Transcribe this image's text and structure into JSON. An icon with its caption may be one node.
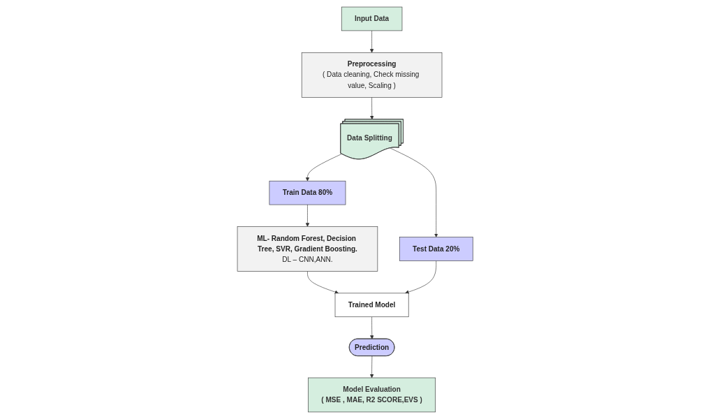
{
  "diagram": {
    "nodes": [
      {
        "text": [
          "Input Data"
        ]
      },
      {
        "text": [
          "Preprocessing",
          "( Data cleaning, Check missing value, Scaling )"
        ]
      },
      {
        "text": [
          "Data Splitting"
        ]
      },
      {
        "text": [
          "ML- Random Forest, Decision Tree, SVR, Gradient Boosting.",
          "DL – CNN,ANN."
        ]
      },
      {
        "text": [
          "Train Data 80%"
        ]
      },
      {
        "text": [
          "Trained Model"
        ]
      },
      {
        "text": [
          "Test Data 20%"
        ]
      },
      {
        "text": [
          "Prediction"
        ]
      },
      {
        "text": [
          "Model Evaluation",
          "( MSE , MAE, R2 SCORE,EVS )"
        ]
      }
    ],
    "edges": [
      {
        "from": 0,
        "to": 1,
        "arrow": "to"
      },
      {
        "from": 1,
        "to": 2,
        "arrow": "to"
      },
      {
        "from": 2,
        "to": 4,
        "arrow": "to"
      },
      {
        "from": 2,
        "to": 6,
        "arrow": "to"
      },
      {
        "from": 4,
        "to": 3,
        "arrow": "to"
      },
      {
        "from": 3,
        "to": 5,
        "arrow": "to"
      },
      {
        "from": 6,
        "to": 5,
        "arrow": "to"
      },
      {
        "from": 5,
        "to": 7,
        "arrow": "to"
      },
      {
        "from": 7,
        "to": 8,
        "arrow": "to"
      }
    ]
  }
}
